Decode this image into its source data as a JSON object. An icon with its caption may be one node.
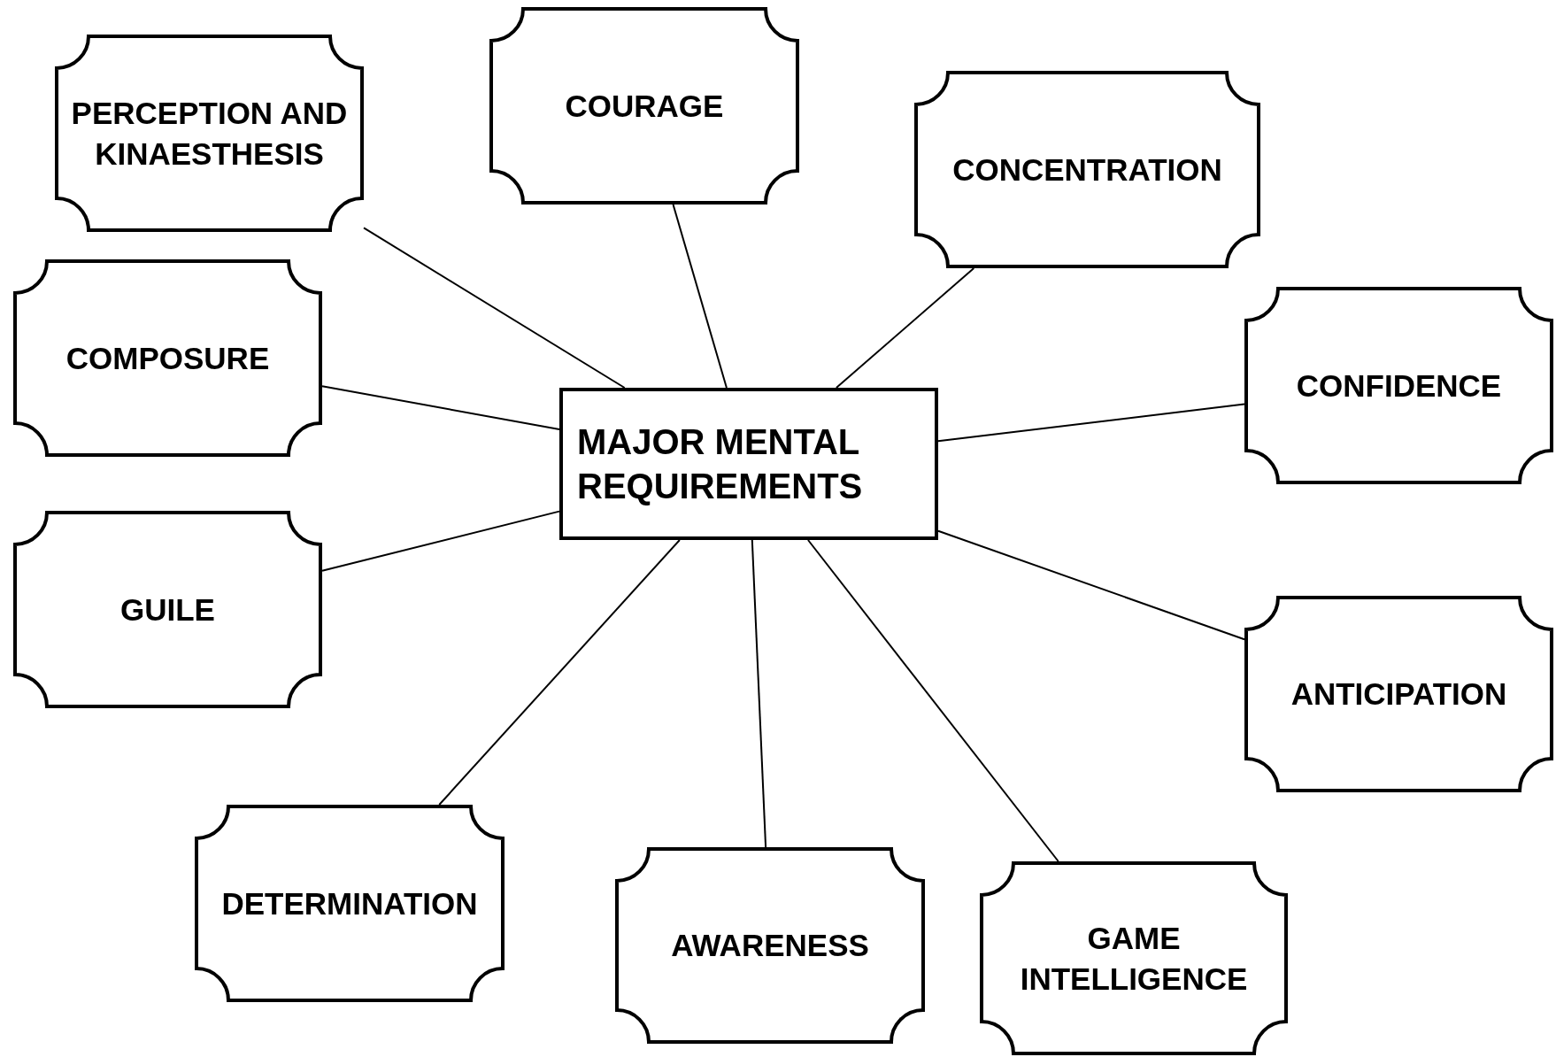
{
  "diagram": {
    "nodes": [
      {
        "text": [
          "MAJOR MENTAL REQUIREMENTS"
        ]
      },
      {
        "text": [
          "PERCEPTION AND KINAESTHESIS"
        ]
      },
      {
        "text": [
          "COURAGE"
        ]
      },
      {
        "text": [
          "CONCENTRATION"
        ]
      },
      {
        "text": [
          "COMPOSURE"
        ]
      },
      {
        "text": [
          "CONFIDENCE"
        ]
      },
      {
        "text": [
          "GUILE"
        ]
      },
      {
        "text": [
          "ANTICIPATION"
        ]
      },
      {
        "text": [
          "DETERMINATION"
        ]
      },
      {
        "text": [
          "AWARENESS"
        ]
      },
      {
        "text": [
          "GAME INTELLIGENCE"
        ]
      }
    ],
    "edges": [
      {
        "from": 0,
        "to": 1,
        "arrow": "none"
      },
      {
        "from": 0,
        "to": 2,
        "arrow": "none"
      },
      {
        "from": 0,
        "to": 3,
        "arrow": "none"
      },
      {
        "from": 0,
        "to": 4,
        "arrow": "none"
      },
      {
        "from": 0,
        "to": 5,
        "arrow": "none"
      },
      {
        "from": 0,
        "to": 6,
        "arrow": "none"
      },
      {
        "from": 0,
        "to": 7,
        "arrow": "none"
      },
      {
        "from": 0,
        "to": 8,
        "arrow": "none"
      },
      {
        "from": 0,
        "to": 9,
        "arrow": "none"
      },
      {
        "from": 0,
        "to": 10,
        "arrow": "none"
      }
    ]
  }
}
